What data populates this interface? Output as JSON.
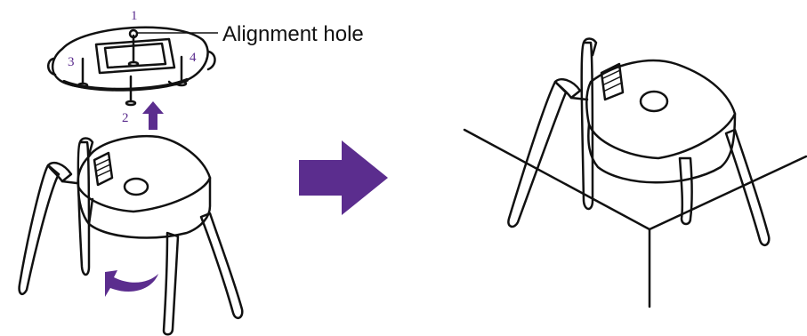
{
  "callout": {
    "label": "Alignment hole"
  },
  "screw_numbers": [
    "1",
    "2",
    "3",
    "4"
  ],
  "colors": {
    "accent": "#5b2d8e",
    "line": "#111111",
    "background": "#ffffff"
  },
  "icons": [
    "mounting-plate-icon",
    "device-icon",
    "up-arrow-icon",
    "rotate-arrow-icon",
    "right-arrow-icon",
    "ceiling-icon"
  ]
}
